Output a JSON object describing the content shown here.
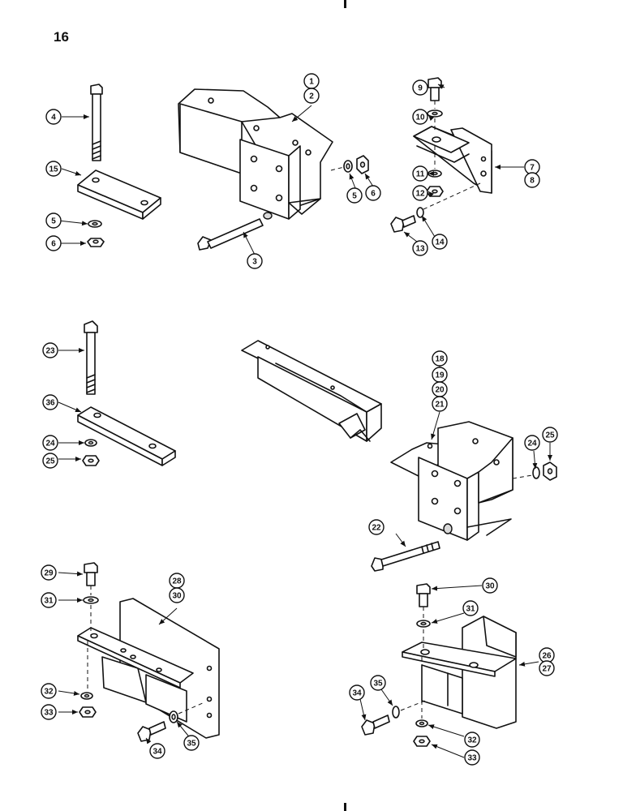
{
  "page_number": "16",
  "callout_color": "#111111",
  "callouts": [
    "1",
    "2",
    "3",
    "4",
    "5",
    "5",
    "6",
    "6",
    "7",
    "8",
    "9",
    "10",
    "11",
    "12",
    "13",
    "14",
    "15",
    "18",
    "19",
    "20",
    "21",
    "22",
    "23",
    "24",
    "24",
    "25",
    "25",
    "26",
    "27",
    "28",
    "29",
    "30",
    "30",
    "31",
    "31",
    "32",
    "32",
    "33",
    "33",
    "34",
    "34",
    "35",
    "35",
    "36"
  ]
}
